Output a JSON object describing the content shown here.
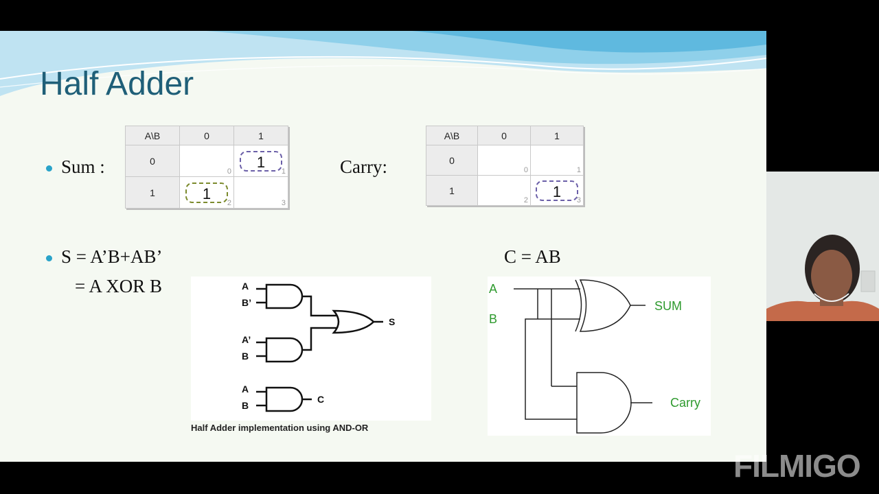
{
  "slide": {
    "title": "Half Adder",
    "sum_label": "Sum :",
    "carry_label": "Carry:",
    "sum_expr_line1": "S =  A’B+AB’",
    "sum_expr_line2": "= A XOR B",
    "carry_expr": "C = AB",
    "accent_color": "#1f5f78",
    "bullet_color": "#29a3c9"
  },
  "kmap_sum": {
    "corner": "A\\B",
    "col_headers": [
      "0",
      "1"
    ],
    "rows": [
      {
        "label": "0",
        "cells": [
          {
            "value": "",
            "index": "0"
          },
          {
            "value": "1",
            "index": "1"
          }
        ]
      },
      {
        "label": "1",
        "cells": [
          {
            "value": "1",
            "index": "2"
          },
          {
            "value": "",
            "index": "3"
          }
        ]
      }
    ]
  },
  "kmap_carry": {
    "corner": "A\\B",
    "col_headers": [
      "0",
      "1"
    ],
    "rows": [
      {
        "label": "0",
        "cells": [
          {
            "value": "",
            "index": "0"
          },
          {
            "value": "",
            "index": "1"
          }
        ]
      },
      {
        "label": "1",
        "cells": [
          {
            "value": "",
            "index": "2"
          },
          {
            "value": "1",
            "index": "3"
          }
        ]
      }
    ]
  },
  "and_or_diagram": {
    "inputs_gate1": [
      "A",
      "B’"
    ],
    "inputs_gate2": [
      "A’",
      "B"
    ],
    "output_s": "S",
    "inputs_gate3": [
      "A",
      "B"
    ],
    "output_c": "C",
    "caption": "Half Adder implementation using AND-OR"
  },
  "xor_and_diagram": {
    "input_a": "A",
    "input_b": "B",
    "output_sum": "SUM",
    "output_carry": "Carry",
    "label_color": "#2e9a2e"
  },
  "watermark": "FILMIGO"
}
